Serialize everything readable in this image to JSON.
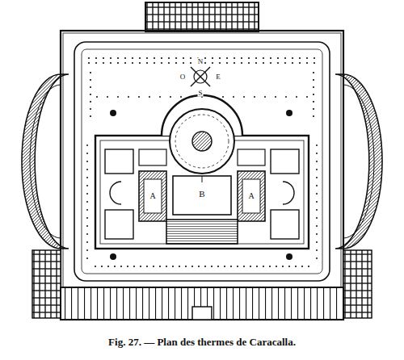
{
  "diagram": {
    "caption": "Fig. 27. — Plan des thermes de Caracalla.",
    "labels": [
      "A",
      "B",
      "A",
      "N",
      "E",
      "S",
      "O"
    ]
  }
}
